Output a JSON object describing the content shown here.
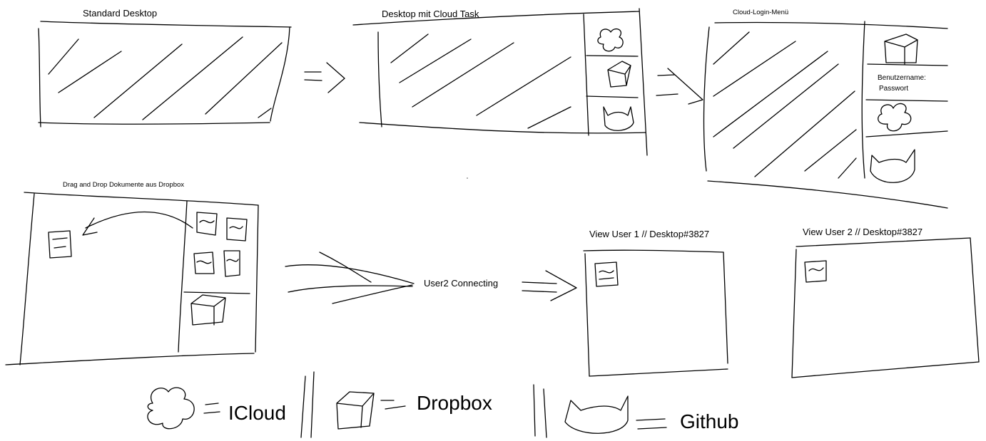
{
  "panels": {
    "standard_desktop": {
      "title": "Standard Desktop"
    },
    "desktop_cloud_task": {
      "title": "Desktop mit Cloud Task"
    },
    "cloud_login": {
      "title": "Cloud-Login-Menü",
      "username_label": "Benutzername:",
      "password_label": "Passwort"
    },
    "drag_drop": {
      "title": "Drag and Drop Dokumente aus Dropbox"
    },
    "view_user1": {
      "title": "View User 1 // Desktop#3827"
    },
    "view_user2": {
      "title": "View User 2 // Desktop#3827"
    }
  },
  "flow": {
    "connecting_label": "User2 Connecting"
  },
  "legend": {
    "icloud": "ICloud",
    "dropbox": "Dropbox",
    "github": "Github"
  }
}
